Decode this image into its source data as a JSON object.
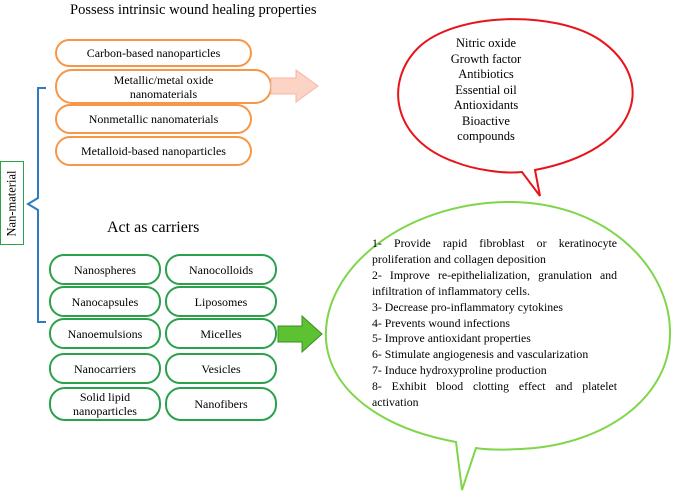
{
  "header": {
    "intrinsic_title": "Possess intrinsic wound healing properties",
    "carriers_title": "Act as carriers",
    "side_label": "Nan-material"
  },
  "intrinsic_items": [
    {
      "text": "Carbon-based nanoparticles"
    },
    {
      "line1": "Metallic/metal oxide",
      "line2": "nanomaterials"
    },
    {
      "text": "Nonmetallic nanomaterials"
    },
    {
      "text": "Metalloid-based nanoparticles"
    }
  ],
  "carrier_items": [
    {
      "text": "Nanospheres"
    },
    {
      "text": "Nanocolloids"
    },
    {
      "text": "Nanocapsules"
    },
    {
      "text": "Liposomes"
    },
    {
      "text": "Nanoemulsions"
    },
    {
      "text": "Micelles"
    },
    {
      "text": "Nanocarriers"
    },
    {
      "text": "Vesicles"
    },
    {
      "line1": "Solid lipid",
      "line2": "nanoparticles"
    },
    {
      "text": "Nanofibers"
    }
  ],
  "agents": [
    "Nitric oxide",
    "Growth factor",
    "Antibiotics",
    "Essential oil",
    "Antioxidants",
    "Bioactive",
    "compounds"
  ],
  "effects": [
    "1- Provide rapid fibroblast or keratinocyte proliferation and collagen deposition",
    "2- Improve re-epithelialization, granulation and infiltration of inflammatory cells.",
    "3- Decrease pro-inflammatory cytokines",
    "4- Prevents wound infections",
    "5- Improve antioxidant properties",
    "6- Stimulate angiogenesis and vascularization",
    "7- Induce hydroxyproline production",
    "8- Exhibit blood clotting effect and platelet activation"
  ],
  "colors": {
    "orange_outline": "#f79646",
    "green_outline": "#2aa14a",
    "red_outline": "#e8141b",
    "bubble_green": "#7fd64a",
    "bracket_blue": "#2f7bbd",
    "arrow_pink_fill": "#fbd4c6",
    "arrow_green_fill": "#5cc232"
  }
}
